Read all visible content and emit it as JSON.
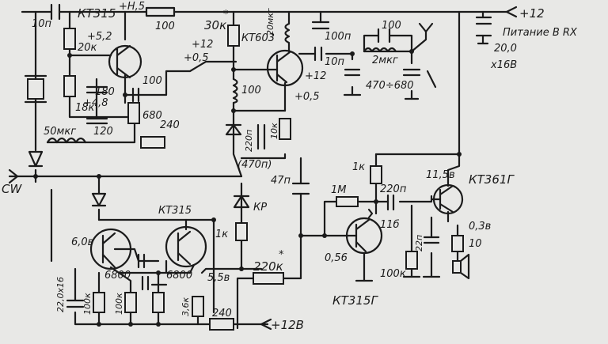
{
  "labels": {
    "c_10n": "10п",
    "q1": "КТ315",
    "plus_h5": "+Н,5",
    "r_100_top": "100",
    "r_30k": "30к",
    "star1": "*",
    "q2": "КТ603",
    "l_20": "20мкг",
    "c_100n": "100п",
    "plus12_out": "+12",
    "rx_note": "Питание В RX",
    "c_20": "20,0",
    "c_x16": "х16В",
    "v_52": "+5,2",
    "r_20k": "20к",
    "v_12a": "+12",
    "v_05a": "+0,5",
    "c_10n_b": "10п",
    "l_100": "100",
    "l_2mkg": "2мкг",
    "c_470_680": "470÷680",
    "c_180": "180",
    "r_18k": "18к",
    "v_48": "+4,8",
    "c_100_b": "100",
    "r_680": "680",
    "r_100_l": "100",
    "v_12b": "+12",
    "v_05b": "+0,5",
    "l_50": "50мкг",
    "c_120": "120",
    "r_240_a": "240",
    "c_220n": "220п",
    "r_10k": "10к",
    "c_470n": "(470п)",
    "c_47n": "47п",
    "r_1k_a": "1к",
    "v_115": "11,5в",
    "q4": "КТ361Г",
    "cw": "CW",
    "kp": "КР",
    "r_1m": "1М",
    "c_220n_b": "220п",
    "v_116": "11б",
    "q3": "КТ315",
    "v_60": "6,0в",
    "r_1k_b": "1к",
    "v_056": "0,56",
    "c_22n": "22п",
    "r_100k_a": "100к",
    "v_03": "0,3в",
    "r_10": "10",
    "c_6800_a": "6800",
    "c_6800_b": "6800",
    "v_55": "5,5в",
    "r_220k": "220к",
    "star2": "*",
    "c_22x16": "22,0х16",
    "r_100k_b": "100к",
    "r_100k_c": "100к",
    "r_36k": "3,6к",
    "r_240_b": "240",
    "plus12b": "+12В",
    "q5": "КТ315Г"
  }
}
